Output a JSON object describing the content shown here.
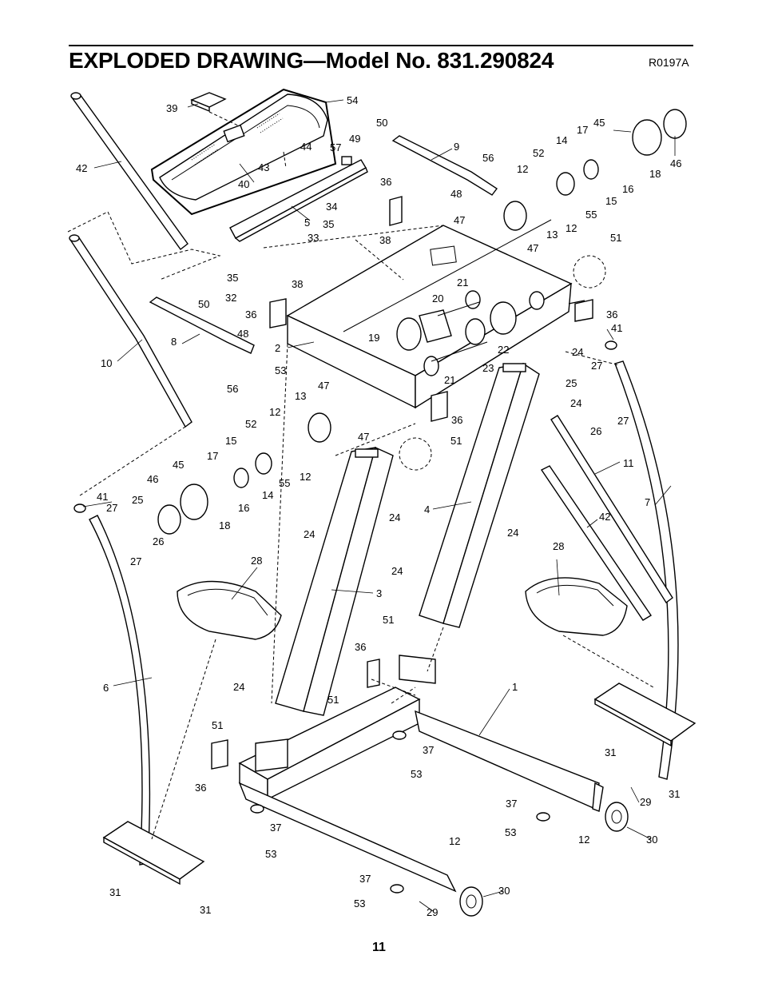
{
  "header": {
    "title": "EXPLODED DRAWING—Model No. 831.290824",
    "code": "R0197A"
  },
  "footer": {
    "page_number": "11"
  },
  "callouts": {
    "n1": "1",
    "n2": "2",
    "n3": "3",
    "n4": "4",
    "n5": "5",
    "n6": "6",
    "n7": "7",
    "n8": "8",
    "n9": "9",
    "n10": "10",
    "n11": "11",
    "n12": "12",
    "n13": "13",
    "n14": "14",
    "n15": "15",
    "n16": "16",
    "n17": "17",
    "n18": "18",
    "n19": "19",
    "n20": "20",
    "n21": "21",
    "n22": "22",
    "n23": "23",
    "n24": "24",
    "n25": "25",
    "n26": "26",
    "n27": "27",
    "n28": "28",
    "n29": "29",
    "n30": "30",
    "n31": "31",
    "n32": "32",
    "n33": "33",
    "n34": "34",
    "n35": "35",
    "n36": "36",
    "n37": "37",
    "n38": "38",
    "n39": "39",
    "n40": "40",
    "n41": "41",
    "n42": "42",
    "n43": "43",
    "n44": "44",
    "n45": "45",
    "n46": "46",
    "n47": "47",
    "n48": "48",
    "n49": "49",
    "n50": "50",
    "n51": "51",
    "n52": "52",
    "n53": "53",
    "n54": "54",
    "n55": "55",
    "n56": "56",
    "n57": "57"
  }
}
